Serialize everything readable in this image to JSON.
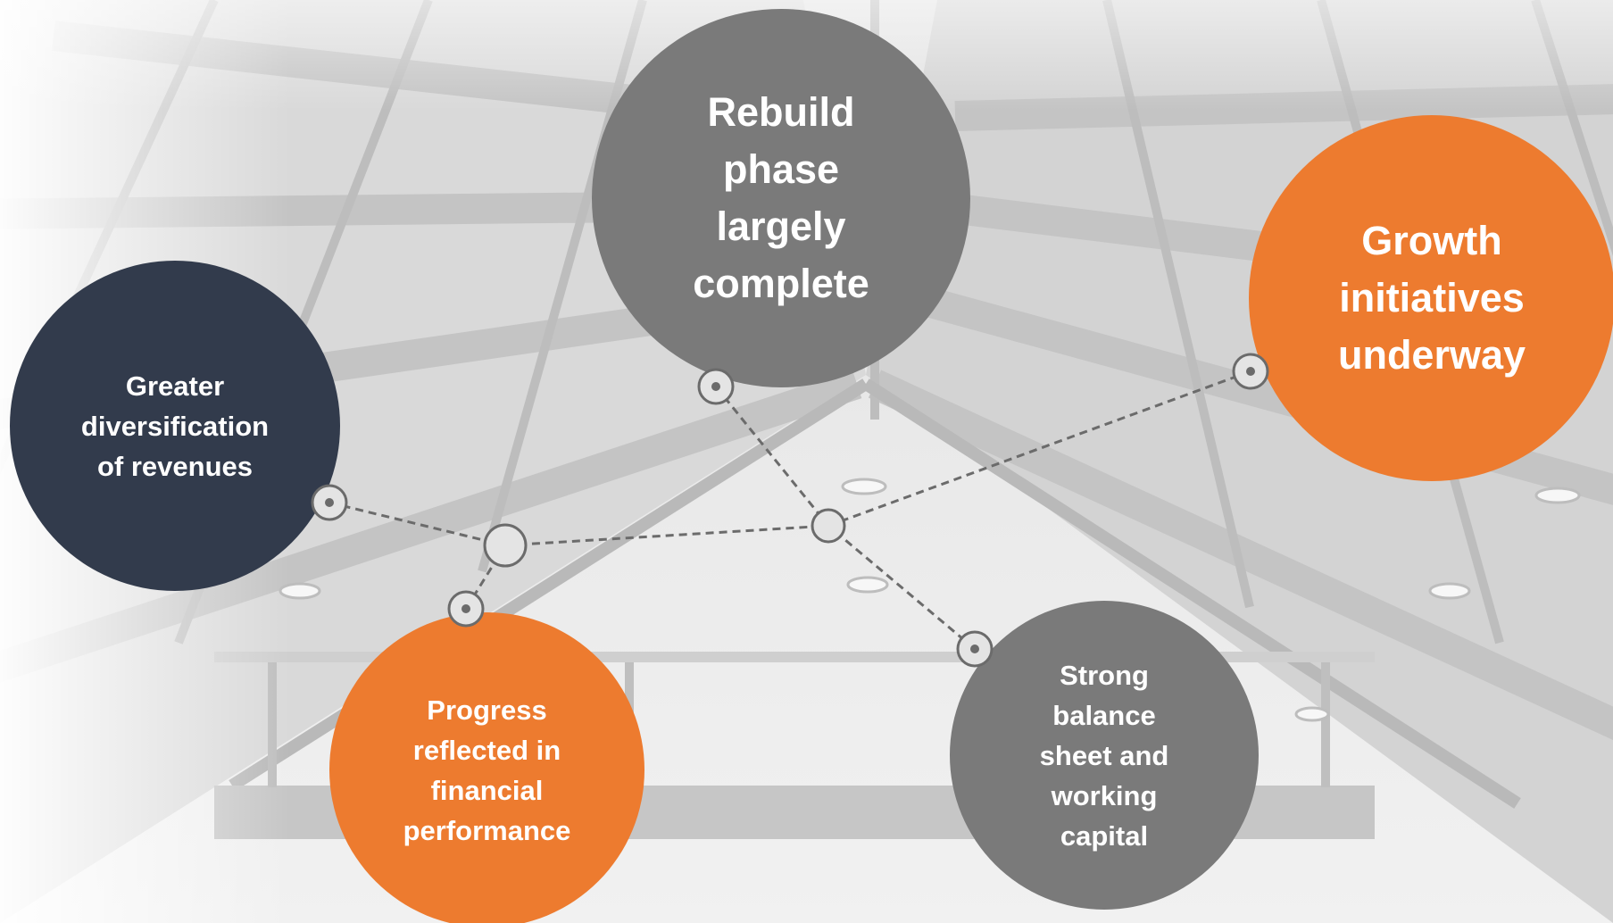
{
  "diagram": {
    "nodes": [
      {
        "id": "rebuild",
        "label": "Rebuild\nphase\nlargely\ncomplete",
        "color": "#7a7a7a"
      },
      {
        "id": "growth",
        "label": "Growth\ninitiatives\nunderway",
        "color": "#ed7b2f"
      },
      {
        "id": "diversify",
        "label": "Greater\ndiversification\nof revenues",
        "color": "#323b4c"
      },
      {
        "id": "progress",
        "label": "Progress\nreflected in\nfinancial\nperformance",
        "color": "#ed7b2f"
      },
      {
        "id": "strong",
        "label": "Strong\nbalance\nsheet and\nworking\ncapital",
        "color": "#7a7a7a"
      }
    ],
    "edges": [
      {
        "from": "diversify",
        "to": "hub-left"
      },
      {
        "from": "progress",
        "to": "hub-left"
      },
      {
        "from": "hub-left",
        "to": "hub-right"
      },
      {
        "from": "rebuild",
        "to": "hub-right"
      },
      {
        "from": "growth",
        "to": "hub-right"
      },
      {
        "from": "strong",
        "to": "hub-right"
      }
    ],
    "connector_color": "#6b6b6b",
    "background_image": "warehouse roof trusses (grayscale)"
  }
}
